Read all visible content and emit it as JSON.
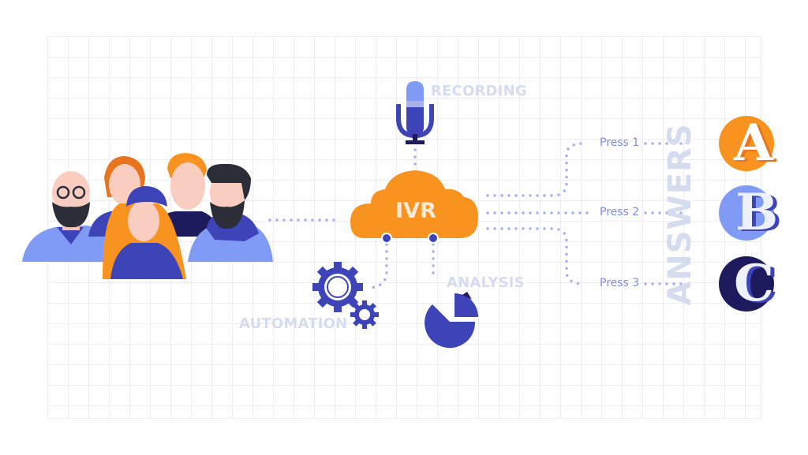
{
  "diagram": {
    "center": {
      "label": "IVR",
      "shape": "cloud",
      "color": "#f7931e"
    },
    "features": [
      {
        "label": "RECORDING",
        "icon": "microphone-icon"
      },
      {
        "label": "AUTOMATION",
        "icon": "gears-icon"
      },
      {
        "label": "ANALYSIS",
        "icon": "pie-chart-icon"
      }
    ],
    "options": [
      {
        "label": "Press 1",
        "answer": "A",
        "color": "#f7931e"
      },
      {
        "label": "Press 2",
        "answer": "B",
        "color": "#7f9bf6"
      },
      {
        "label": "Press 3",
        "answer": "C",
        "color": "#1d1a5e"
      }
    ],
    "answers_label": "ANSWERS",
    "callers": {
      "icon": "group-of-people-icon",
      "count": 5
    }
  },
  "colors": {
    "orange": "#f7931e",
    "blue": "#3c44b8",
    "light_blue": "#7f9bf6",
    "navy": "#1d1a5e",
    "label_gray": "#d6dcef",
    "dots": "#a7b2ea"
  }
}
